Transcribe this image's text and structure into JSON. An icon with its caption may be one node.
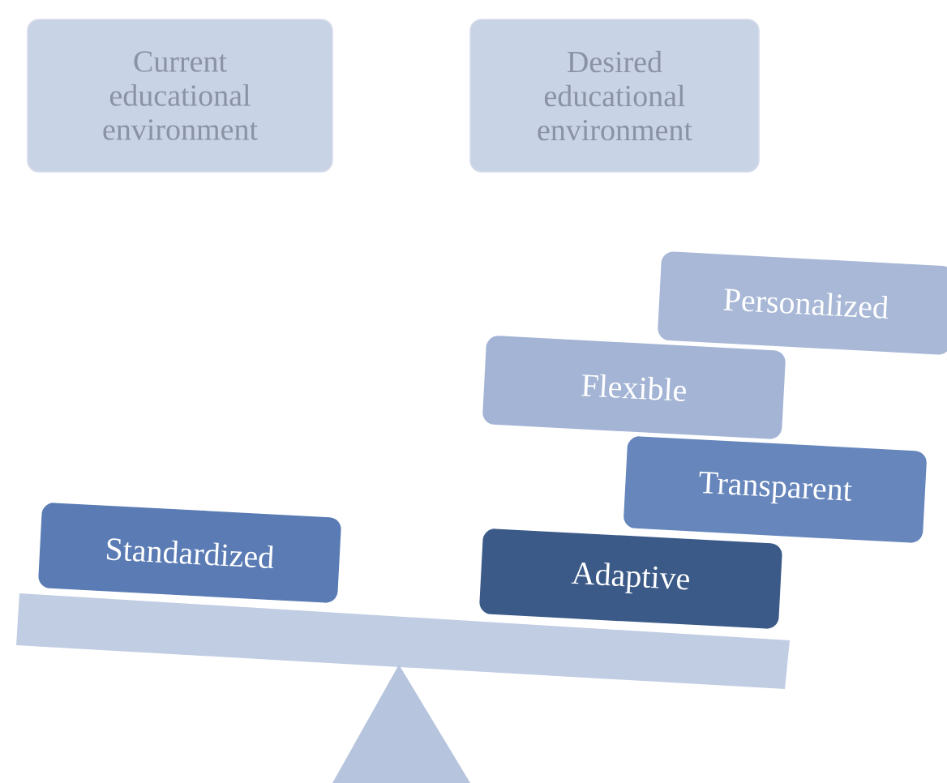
{
  "diagram": {
    "nodes": [
      {
        "text": [
          "Current educational environment"
        ]
      },
      {
        "text": [
          "Desired educational environment"
        ]
      },
      {
        "text": [
          "Personalized"
        ]
      },
      {
        "text": [
          "Flexible"
        ]
      },
      {
        "text": [
          "Transparent"
        ]
      },
      {
        "text": [
          "Standardized"
        ]
      },
      {
        "text": [
          "Adaptive"
        ]
      }
    ]
  }
}
